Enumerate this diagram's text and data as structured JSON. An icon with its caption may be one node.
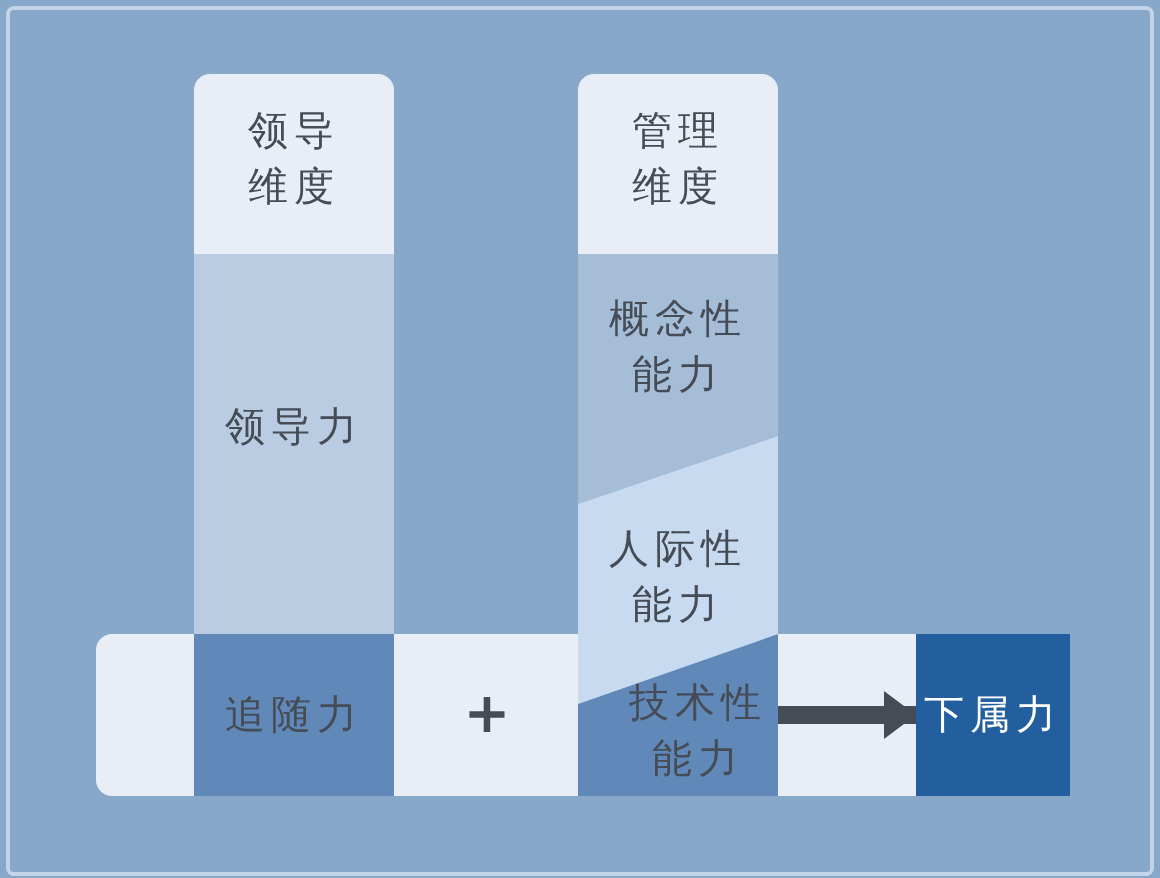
{
  "diagram": {
    "nodes": [
      {
        "text": [
          "领导维度"
        ]
      },
      {
        "text": [
          "领导力"
        ]
      },
      {
        "text": [
          "管理维度"
        ]
      },
      {
        "text": [
          "概念性能力"
        ]
      },
      {
        "text": [
          "人际性能力"
        ]
      },
      {
        "text": [
          "技术性能力"
        ]
      },
      {
        "text": [
          "追随力"
        ]
      },
      {
        "text": [
          "下属力"
        ]
      }
    ],
    "edges": [
      {
        "from": 5,
        "to": 7,
        "arrow": "to"
      }
    ],
    "labels": [
      "+"
    ]
  }
}
